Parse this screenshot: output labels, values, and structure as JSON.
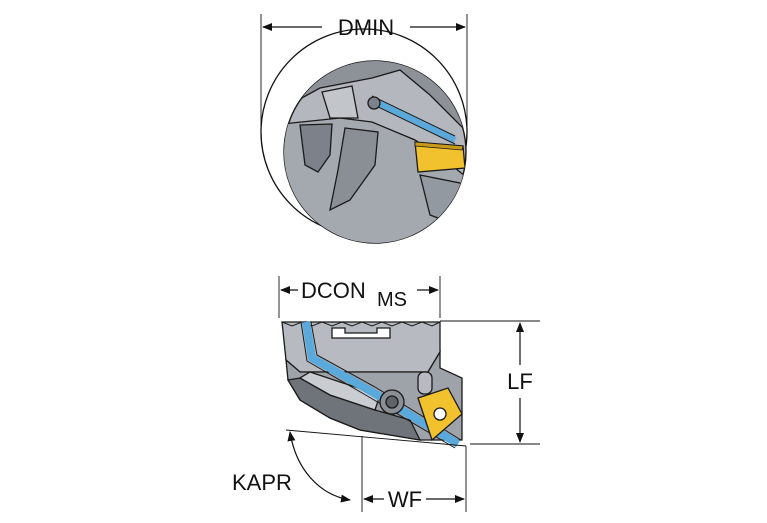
{
  "labels": {
    "dmin": "DMIN",
    "dcon": "DCON",
    "ms": "MS",
    "lf": "LF",
    "kapr": "KAPR",
    "wf": "WF"
  },
  "colors": {
    "body_gray": "#9ea3aa",
    "body_light": "#c9ccd1",
    "body_dark": "#6f747b",
    "bore_gray": "#b4b8be",
    "coolant_blue": "#5aa9dd",
    "insert_yellow": "#f2c12e",
    "line_black": "#111111"
  }
}
